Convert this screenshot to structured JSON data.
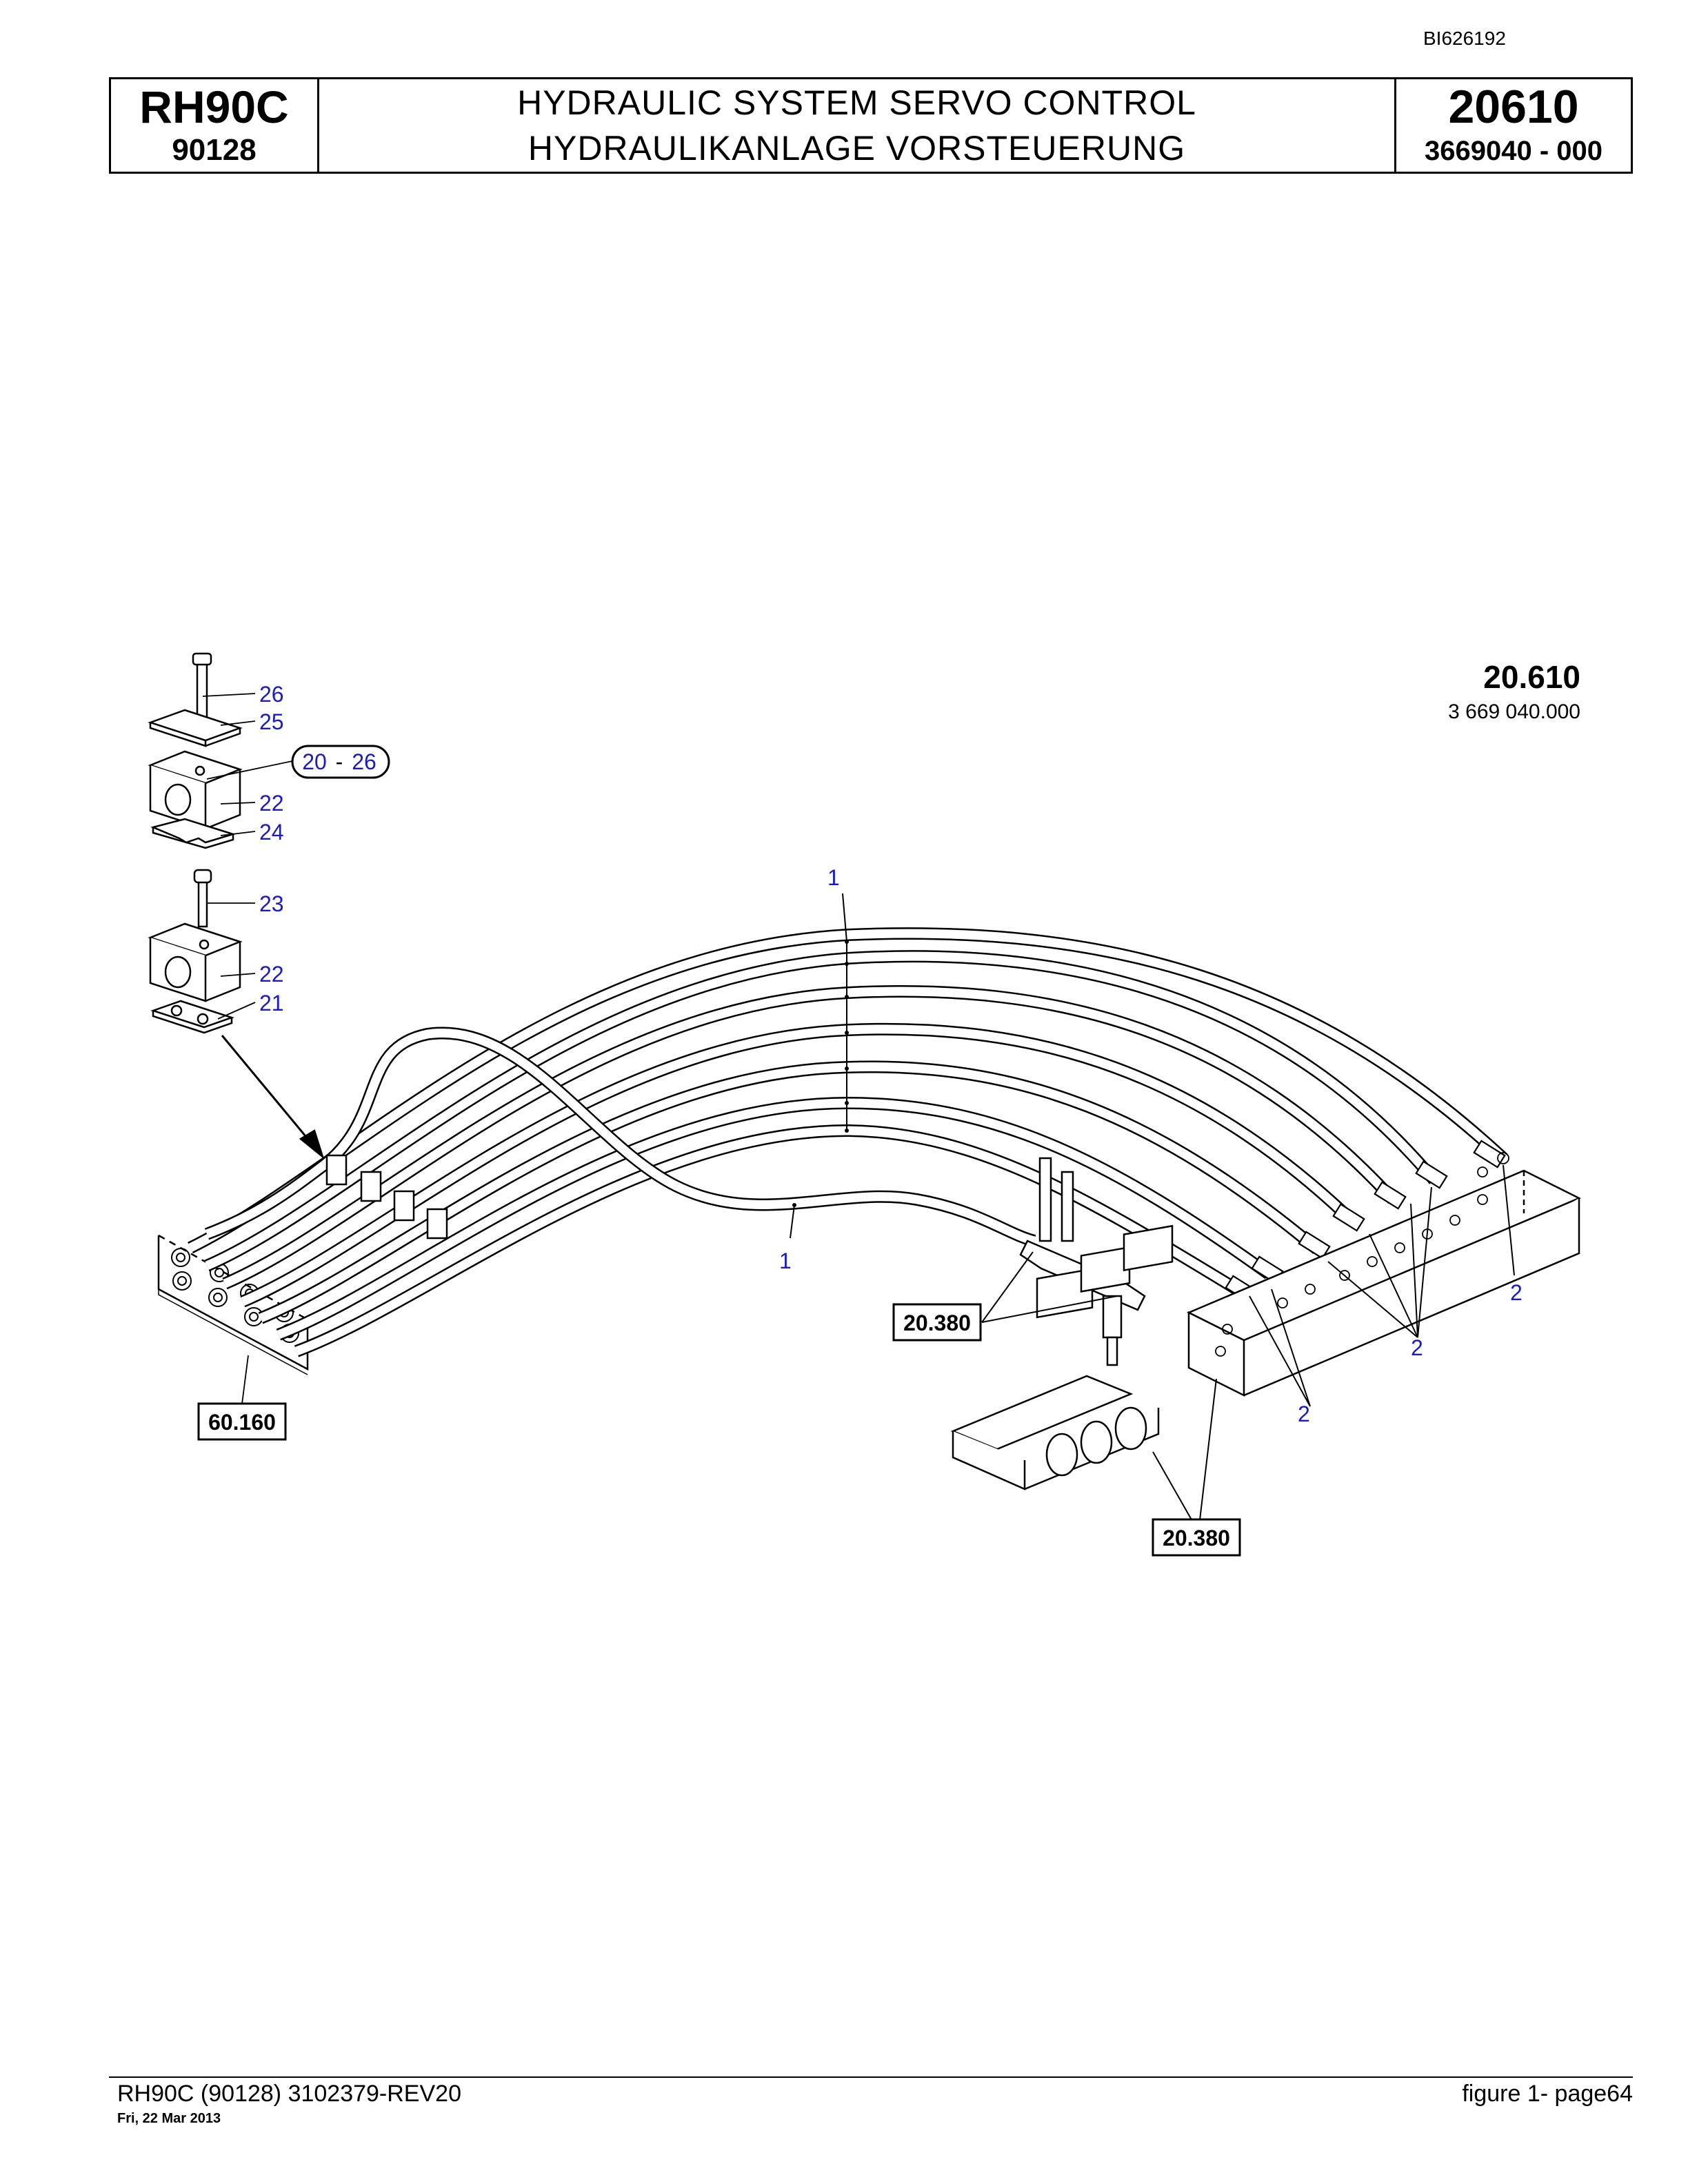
{
  "doc_id": "BI626192",
  "header": {
    "model": "RH90C",
    "serial": "90128",
    "title_en": "HYDRAULIC SYSTEM SERVO CONTROL",
    "title_de": "HYDRAULIKANLAGE VORSTEUERUNG",
    "group_no": "20610",
    "part_no": "3669040  - 000"
  },
  "diagram": {
    "group_label": "20.610",
    "group_part": "3 669 040.000",
    "callouts": {
      "c26": "26",
      "c25": "25",
      "c22a": "22",
      "c24": "24",
      "c23": "23",
      "c22b": "22",
      "c21": "21",
      "range_from": "20",
      "range_dash": "-",
      "range_to": "26",
      "hose_top": "1",
      "hose_bottom": "1",
      "fit_a": "2",
      "fit_b": "2",
      "fit_c": "2"
    },
    "refs": {
      "ref_left": "60.160",
      "ref_tee": "20.380",
      "ref_valve": "20.380"
    }
  },
  "footer": {
    "left": "RH90C (90128) 3102379-REV20",
    "date": "Fri, 22 Mar 2013",
    "right": "figure  1- page64"
  }
}
